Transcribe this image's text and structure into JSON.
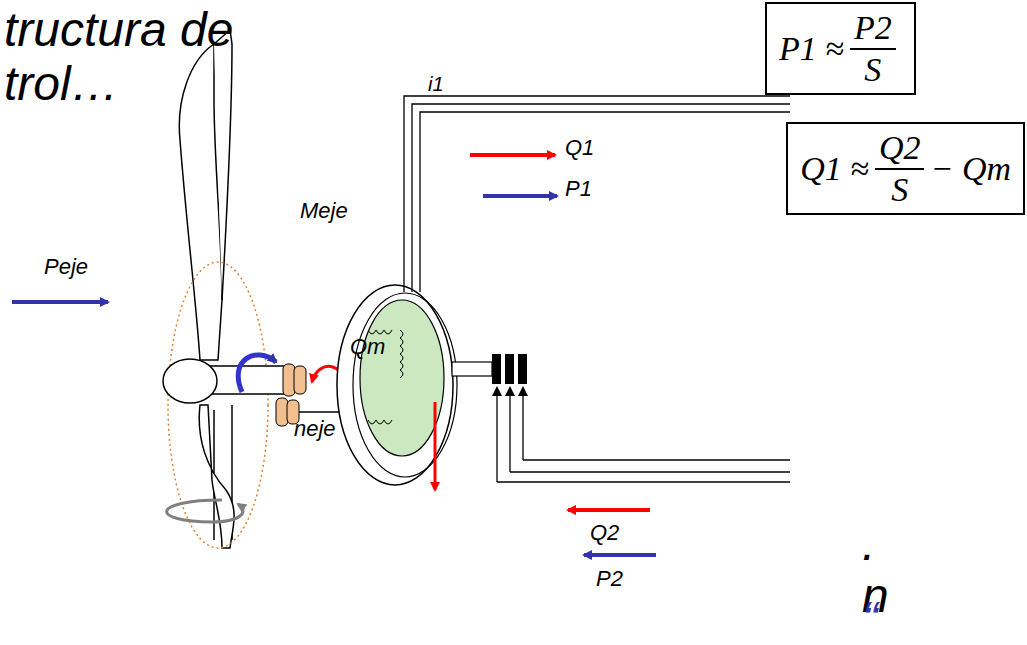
{
  "diagram": {
    "nodes": [
      {
        "text": [
          "P1 ≈",
          "P2",
          "S"
        ]
      },
      {
        "text": [
          "Q1 ≈",
          "Q2",
          "S",
          "− Qm"
        ]
      }
    ],
    "labels": [
      "tructura de",
      "trol…",
      "Peje",
      "Meje",
      "neje",
      "Qm",
      "i1",
      "Q1",
      "P1",
      "Q2",
      "P2",
      ".",
      "n",
      "“"
    ]
  }
}
